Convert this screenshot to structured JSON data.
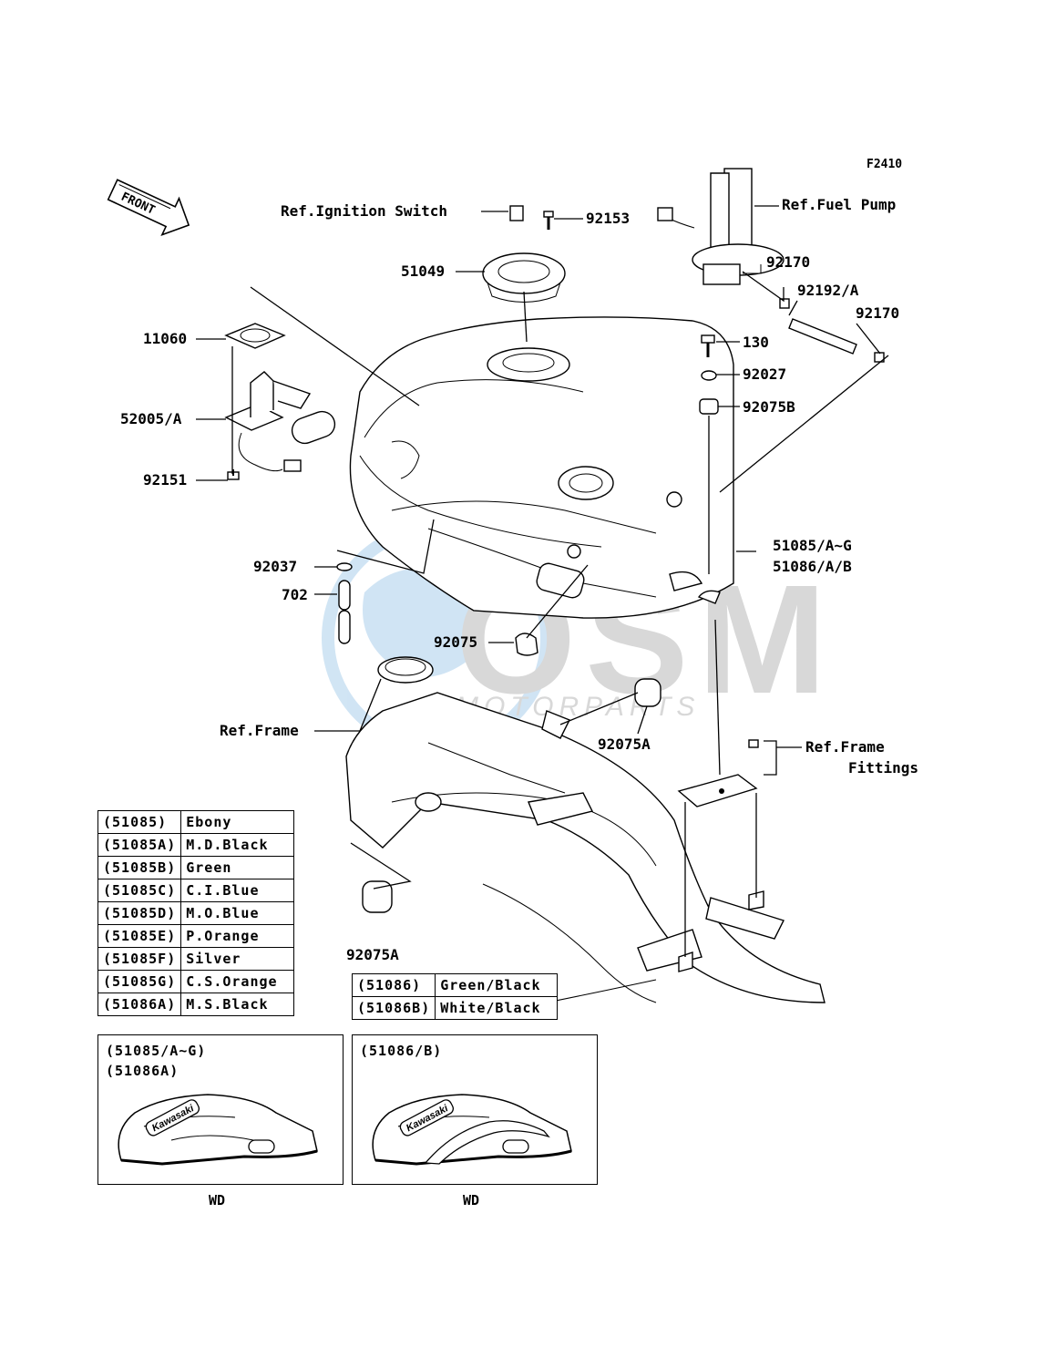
{
  "figure_code": "F2410",
  "front_label": "FRONT",
  "watermark": {
    "logo_text": "OSM",
    "sub_text": "MOTORPARTS"
  },
  "labels": {
    "ref_ignition_switch": "Ref.Ignition Switch",
    "p92153": "92153",
    "ref_fuel_pump": "Ref.Fuel Pump",
    "p51049": "51049",
    "p92170_a": "92170",
    "p92192": "92192/A",
    "p92170_b": "92170",
    "p11060": "11060",
    "p130": "130",
    "p92027": "92027",
    "p52005": "52005/A",
    "p92075b": "92075B",
    "p92151": "92151",
    "p51085": "51085/A~G",
    "p51086": "51086/A/B",
    "p92037": "92037",
    "p702": "702",
    "p92075": "92075",
    "ref_frame": "Ref.Frame",
    "p92075a_a": "92075A",
    "ref_frame_fittings_1": "Ref.Frame",
    "ref_frame_fittings_2": "Fittings",
    "p92075a_b": "92075A"
  },
  "color_table_left": [
    {
      "code": "(51085)",
      "color": "Ebony"
    },
    {
      "code": "(51085A)",
      "color": "M.D.Black"
    },
    {
      "code": "(51085B)",
      "color": "Green"
    },
    {
      "code": "(51085C)",
      "color": "C.I.Blue"
    },
    {
      "code": "(51085D)",
      "color": "M.O.Blue"
    },
    {
      "code": "(51085E)",
      "color": "P.Orange"
    },
    {
      "code": "(51085F)",
      "color": "Silver"
    },
    {
      "code": "(51085G)",
      "color": "C.S.Orange"
    },
    {
      "code": "(51086A)",
      "color": "M.S.Black"
    }
  ],
  "color_table_right": [
    {
      "code": "(51086)",
      "color": "Green/Black"
    },
    {
      "code": "(51086B)",
      "color": "White/Black"
    }
  ],
  "variant_boxes": [
    {
      "line1": "(51085/A~G)",
      "line2": "(51086A)",
      "brand": "Kawasaki",
      "caption": "WD"
    },
    {
      "line1": "(51086/B)",
      "line2": "",
      "brand": "Kawasaki",
      "caption": "WD"
    }
  ]
}
